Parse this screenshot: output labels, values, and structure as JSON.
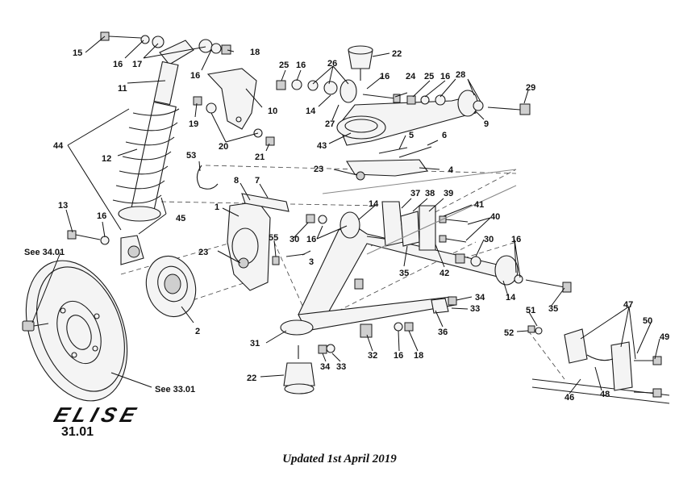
{
  "brand": {
    "logo_text": "ELISE"
  },
  "page": {
    "reference": "31.01"
  },
  "footer": {
    "note": "Updated 1st April 2019"
  },
  "references": {
    "see_3401": "See 34.01",
    "see_3301": "See 33.01"
  },
  "callouts": [
    "1",
    "2",
    "3",
    "4",
    "5",
    "6",
    "7",
    "8",
    "9",
    "10",
    "11",
    "12",
    "13",
    "14",
    "15",
    "16",
    "17",
    "18",
    "19",
    "20",
    "21",
    "22",
    "23",
    "24",
    "25",
    "26",
    "27",
    "28",
    "29",
    "30",
    "31",
    "32",
    "33",
    "34",
    "35",
    "36",
    "37",
    "38",
    "39",
    "40",
    "41",
    "42",
    "43",
    "44",
    "45",
    "46",
    "47",
    "48",
    "49",
    "50",
    "51",
    "52",
    "53",
    "55"
  ]
}
